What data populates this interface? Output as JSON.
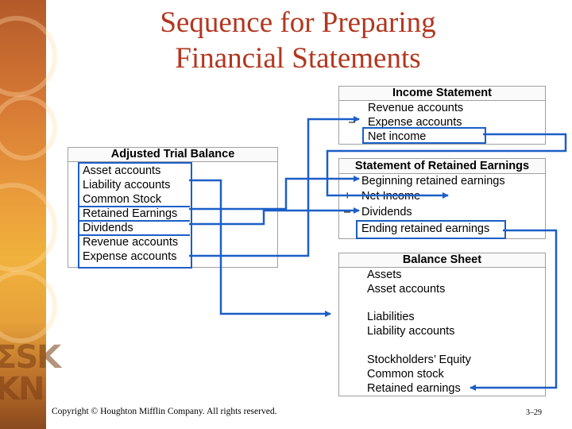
{
  "title_line1": "Sequence for Preparing",
  "title_line2": "Financial Statements",
  "income_statement": {
    "header": "Income Statement",
    "rows": [
      "Revenue accounts",
      "Expense accounts",
      "Net income"
    ],
    "signs": [
      "",
      "–",
      ""
    ]
  },
  "adjusted_trial_balance": {
    "header": "Adjusted Trial Balance",
    "rows": [
      "Asset accounts",
      "Liability accounts",
      "Common Stock",
      "Retained Earnings",
      "Dividends",
      "Revenue accounts",
      "Expense accounts"
    ]
  },
  "retained_earnings": {
    "header": "Statement of Retained Earnings",
    "rows": [
      "Beginning retained earnings",
      "Net Income",
      "Dividends",
      "Ending retained earnings"
    ],
    "signs": [
      "",
      "+",
      "–",
      ""
    ]
  },
  "balance_sheet": {
    "header": "Balance Sheet",
    "rows": [
      "Assets",
      "Asset accounts",
      "Liabilities",
      "Liability accounts",
      "Stockholders’ Equity",
      "Common stock",
      "Retained earnings"
    ]
  },
  "footer": {
    "copyright": "Copyright © Houghton Mifflin Company.  All rights reserved.",
    "page": "3–29"
  },
  "colors": {
    "title": "#b3361e",
    "arrow": "#1b5fc7"
  }
}
